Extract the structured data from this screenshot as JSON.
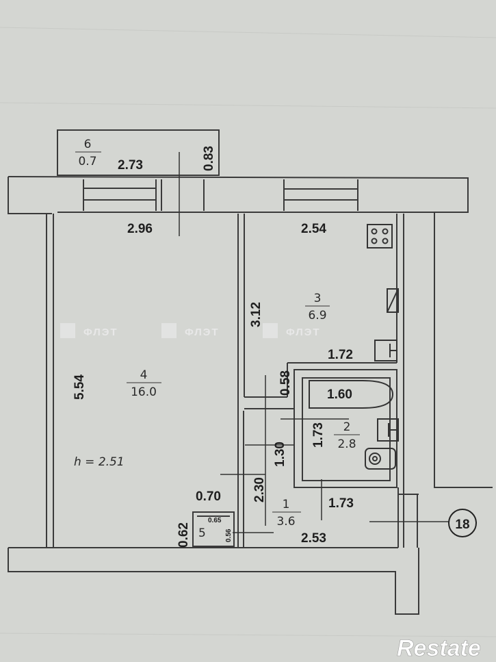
{
  "plan": {
    "rooms": [
      {
        "number": "6",
        "area": "0.7"
      },
      {
        "number": "4",
        "area": "16.0"
      },
      {
        "number": "3",
        "area": "6.9"
      },
      {
        "number": "2",
        "area": "2.8"
      },
      {
        "number": "1",
        "area": "3.6"
      },
      {
        "number": "5",
        "area": ""
      }
    ],
    "ceiling_height": "h = 2.51",
    "dimensions": {
      "balcony_width": "2.73",
      "balcony_depth": "0.83",
      "room4_width": "2.96",
      "room4_length": "5.54",
      "kitchen_width": "2.54",
      "kitchen_length": "3.12",
      "kitchen_wall": "1.72",
      "partition_gap": "0.58",
      "bath_width": "1.60",
      "bath_length": "1.73",
      "bath_door": "1.30",
      "hall_length": "2.30",
      "closet_width": "0.70",
      "closet_depth": "0.62",
      "closet_inner_w": "0.65",
      "closet_inner_d": "0.56",
      "hall_width": "1.73",
      "hall_bottom": "2.53"
    },
    "marker": "18",
    "watermark": "ФЛЭТ"
  },
  "logo": {
    "text": "Restate"
  }
}
